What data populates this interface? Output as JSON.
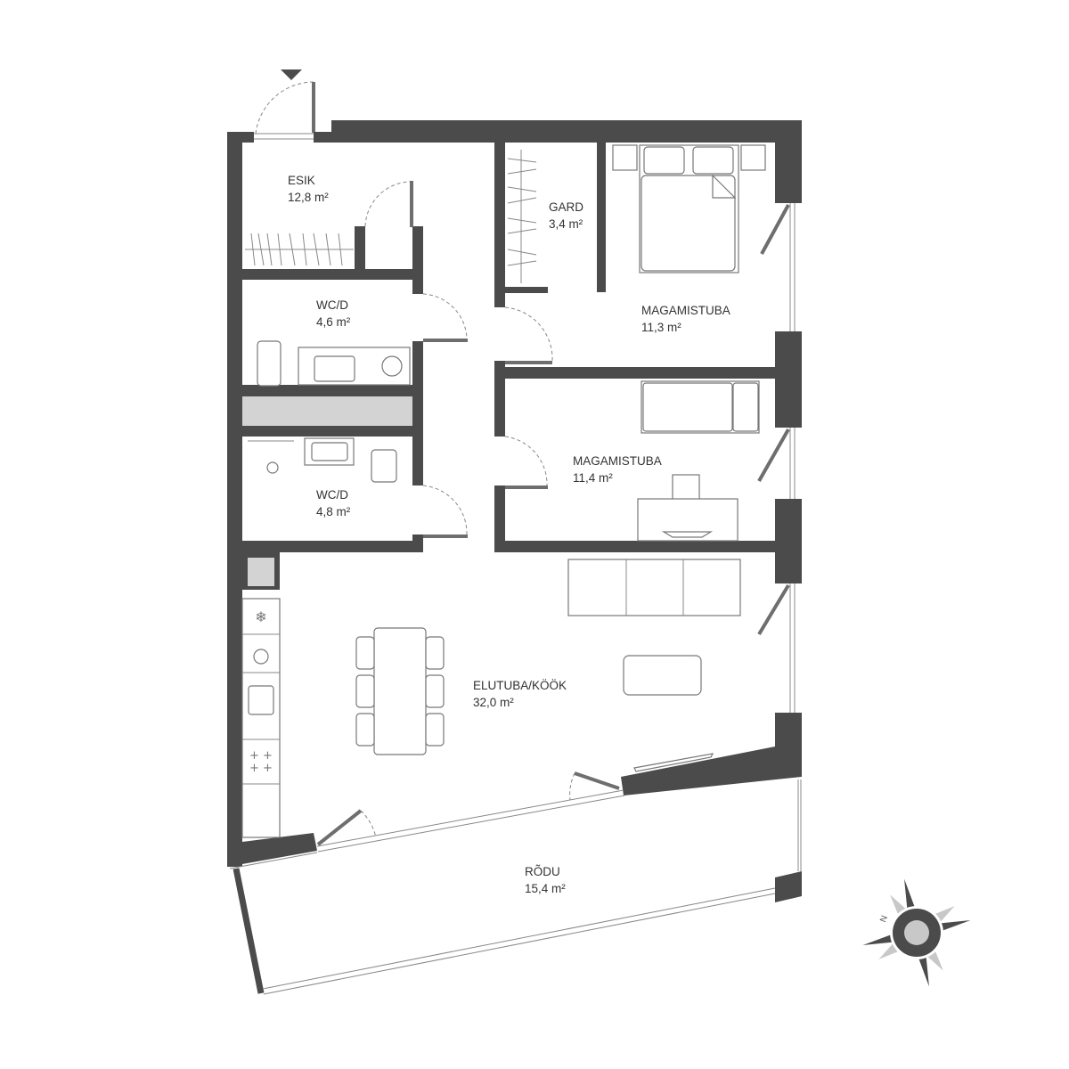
{
  "rooms": [
    {
      "name": "ESIK",
      "area": "12,8 m²"
    },
    {
      "name": "GARD",
      "area": "3,4 m²"
    },
    {
      "name": "MAGAMISTUBA",
      "area": "11,3 m²"
    },
    {
      "name": "WC/D",
      "area": "4,6 m²"
    },
    {
      "name": "MAGAMISTUBA",
      "area": "11,4 m²"
    },
    {
      "name": "WC/D",
      "area": "4,8 m²"
    },
    {
      "name": "ELUTUBA/KÖÖK",
      "area": "32,0 m²"
    },
    {
      "name": "RÕDU",
      "area": "15,4 m²"
    }
  ],
  "compass": {
    "north_label": "N",
    "dark_color": "#4b4b4b",
    "light_color": "#c8c8c8"
  },
  "colors": {
    "wall": "#4b4b4b",
    "shaft": "#d3d3d3"
  },
  "entrance_marker": "down-triangle-icon"
}
